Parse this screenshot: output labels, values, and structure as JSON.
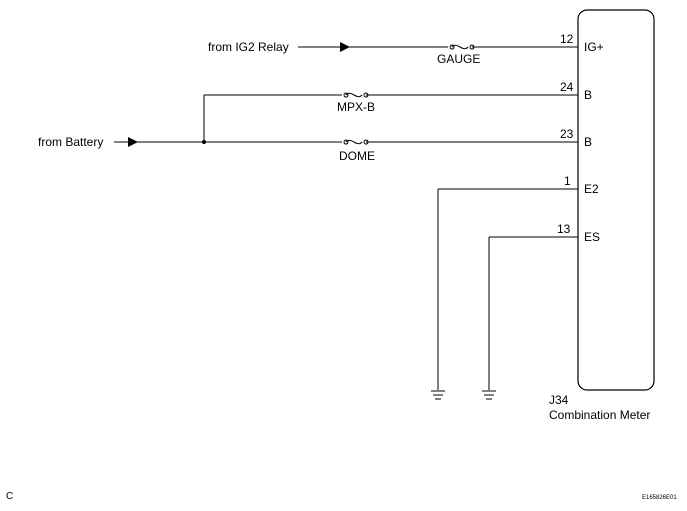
{
  "inputs": {
    "ig2": "from IG2 Relay",
    "battery": "from Battery"
  },
  "fuses": {
    "gauge": "GAUGE",
    "mpxb": "MPX-B",
    "dome": "DOME"
  },
  "pins": [
    {
      "number": "12",
      "name": "IG+"
    },
    {
      "number": "24",
      "name": "B"
    },
    {
      "number": "23",
      "name": "B"
    },
    {
      "number": "1",
      "name": "E2"
    },
    {
      "number": "13",
      "name": "ES"
    }
  ],
  "component": {
    "code": "J34",
    "name": "Combination Meter"
  },
  "corner_letter": "C",
  "figure_id": "E165826E01"
}
